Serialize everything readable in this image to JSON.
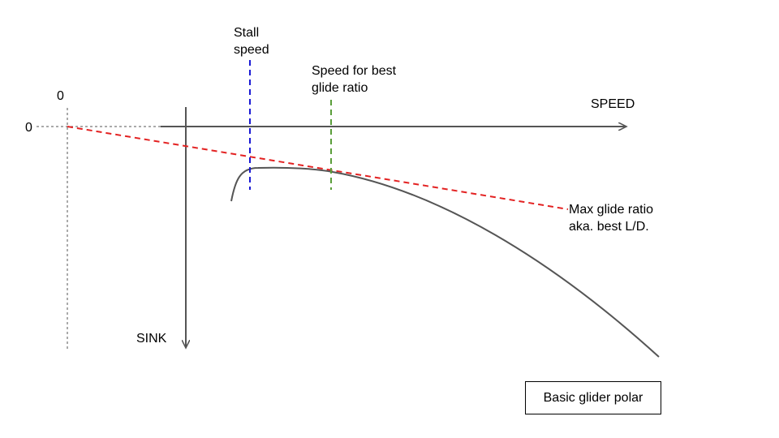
{
  "labels": {
    "zero_x": "0",
    "zero_y": "0",
    "speed_axis": "SPEED",
    "sink_axis": "SINK",
    "stall_line1": "Stall",
    "stall_line2": "speed",
    "best_glide_line1": "Speed for best",
    "best_glide_line2": "glide ratio",
    "tangent_line1": "Max glide ratio",
    "tangent_line2": "aka. best L/D."
  },
  "caption": "Basic glider polar",
  "colors": {
    "axis": "#555555",
    "polar_curve": "#555555",
    "tangent": "#e32222",
    "stall_marker": "#1a1ad4",
    "best_glide_marker": "#5a9e3a",
    "origin_guides": "#555555"
  }
}
